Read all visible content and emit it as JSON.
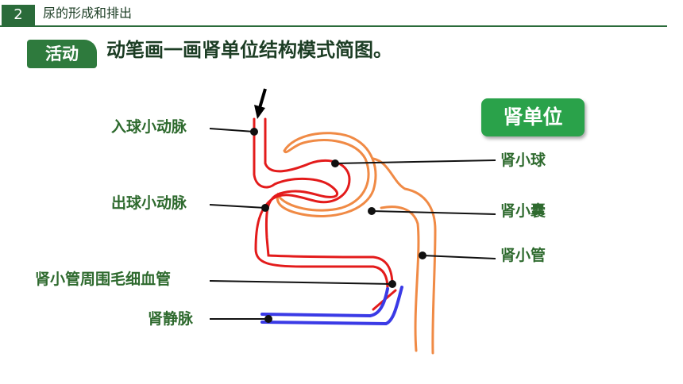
{
  "header": {
    "section_number": "2",
    "section_title": "尿的形成和排出"
  },
  "activity": {
    "badge": "活动",
    "title": "动笔画一画肾单位结构模式简图。"
  },
  "unit_badge": "肾单位",
  "labels": {
    "afferent": "入球小动脉",
    "efferent": "出球小动脉",
    "peritubular": "肾小管周围毛细血管",
    "renal_vein": "肾静脉",
    "glomerulus": "肾小球",
    "capsule": "肾小囊",
    "tubule": "肾小管"
  },
  "colors": {
    "header_green": "#2a6b3a",
    "badge_green": "#2aa24a",
    "artery_red": "#e31b1b",
    "tubule_orange": "#f08a45",
    "vein_blue": "#3a3ae6"
  }
}
